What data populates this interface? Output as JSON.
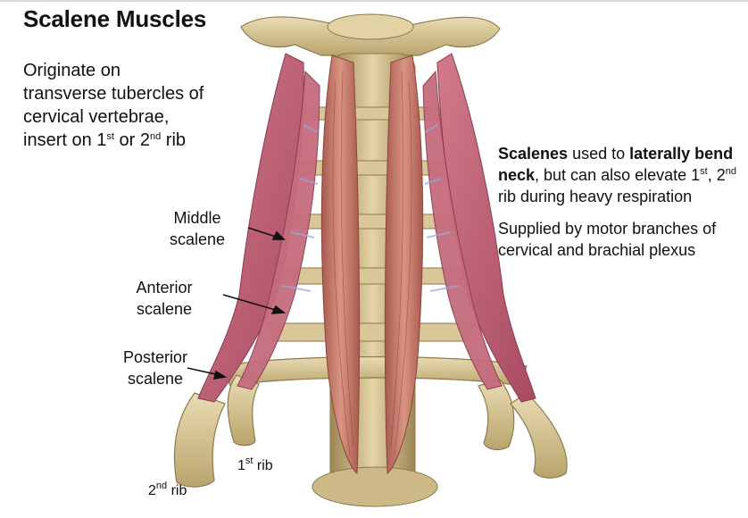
{
  "title": "Scalene Muscles",
  "origin": {
    "line1": "Originate on",
    "line2": "transverse tubercles of",
    "line3": "cervical vertebrae,",
    "line4_pre": "insert on 1",
    "sup1": "st",
    "line4_mid": " or 2",
    "sup2": "nd",
    "line4_post": " rib"
  },
  "function": {
    "bold1": "Scalenes",
    "t1": " used to ",
    "bold2": "laterally bend neck",
    "t2": ", but can also elevate 1",
    "sup1": "st",
    "t3": ", 2",
    "sup2": "nd",
    "t4": " rib during heavy respiration"
  },
  "innervation": "Supplied by motor branches of cervical and brachial plexus",
  "labels": {
    "middle": [
      "Middle",
      "scalene"
    ],
    "anterior": [
      "Anterior",
      "scalene"
    ],
    "posterior": [
      "Posterior",
      "scalene"
    ]
  },
  "rib1": {
    "num": "1",
    "sup": "st",
    "word": " rib"
  },
  "rib2": {
    "num": "2",
    "sup": "nd",
    "word": " rib"
  },
  "colors": {
    "bone": "#d8c79a",
    "bone_dark": "#a8925c",
    "muscle": "#c8786a",
    "muscle_dark": "#a4524a",
    "scalene": "#c06478",
    "tendon": "#9aa0d8",
    "arrow": "#111111"
  }
}
